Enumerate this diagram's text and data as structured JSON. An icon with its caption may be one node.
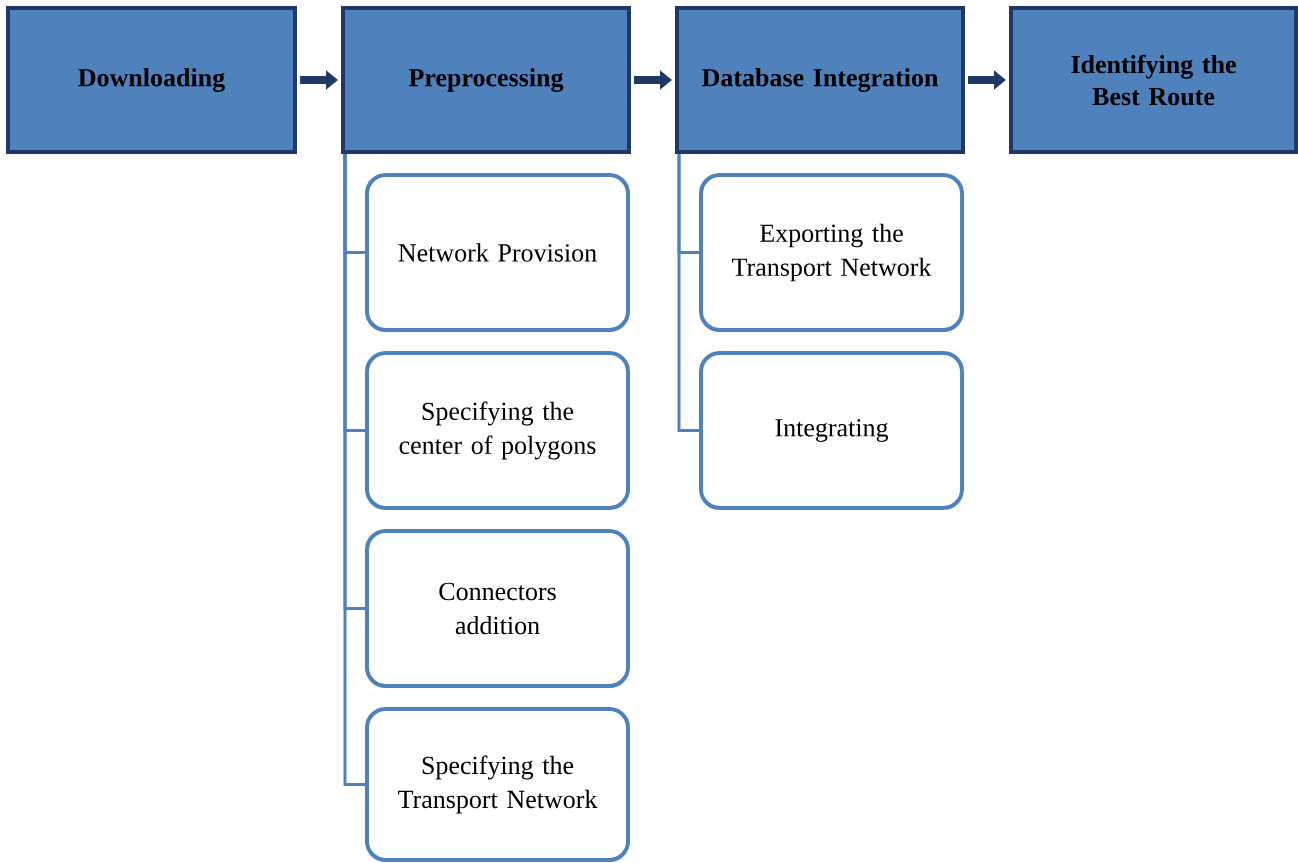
{
  "diagram": {
    "nodes": [
      {
        "text": [
          "Downloading"
        ]
      },
      {
        "text": [
          "Preprocessing"
        ]
      },
      {
        "text": [
          "Database Integration"
        ]
      },
      {
        "text": [
          "Identifying the Best Route"
        ]
      },
      {
        "text": [
          "Network Provision"
        ]
      },
      {
        "text": [
          "Specifying the center of polygons"
        ]
      },
      {
        "text": [
          "Connectors addition"
        ]
      },
      {
        "text": [
          "Specifying the Transport Network"
        ]
      },
      {
        "text": [
          "Exporting the Transport Network"
        ]
      },
      {
        "text": [
          "Integrating"
        ]
      }
    ],
    "edges": [
      {
        "from": 0,
        "to": 1,
        "arrow": "to",
        "style": "thick",
        "color": "#1f3864"
      },
      {
        "from": 1,
        "to": 2,
        "arrow": "to",
        "style": "thick",
        "color": "#1f3864"
      },
      {
        "from": 2,
        "to": 3,
        "arrow": "to",
        "style": "thick",
        "color": "#1f3864"
      },
      {
        "from": 1,
        "to": 4,
        "arrow": "none"
      },
      {
        "from": 1,
        "to": 5,
        "arrow": "none"
      },
      {
        "from": 1,
        "to": 6,
        "arrow": "none"
      },
      {
        "from": 1,
        "to": 7,
        "arrow": "none"
      },
      {
        "from": 2,
        "to": 8,
        "arrow": "none"
      },
      {
        "from": 2,
        "to": 9,
        "arrow": "none"
      }
    ]
  }
}
